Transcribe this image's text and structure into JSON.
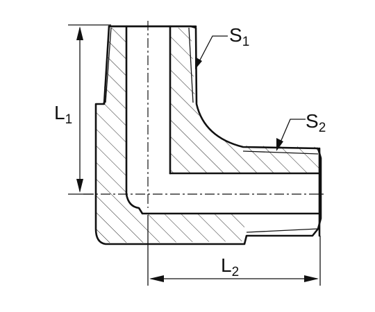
{
  "labels": {
    "s1": {
      "letter": "S",
      "sub": "1"
    },
    "s2": {
      "letter": "S",
      "sub": "2"
    },
    "l1": {
      "letter": "L",
      "sub": "1"
    },
    "l2": {
      "letter": "L",
      "sub": "2"
    }
  },
  "colors": {
    "line": "#111111",
    "background": "#ffffff"
  }
}
